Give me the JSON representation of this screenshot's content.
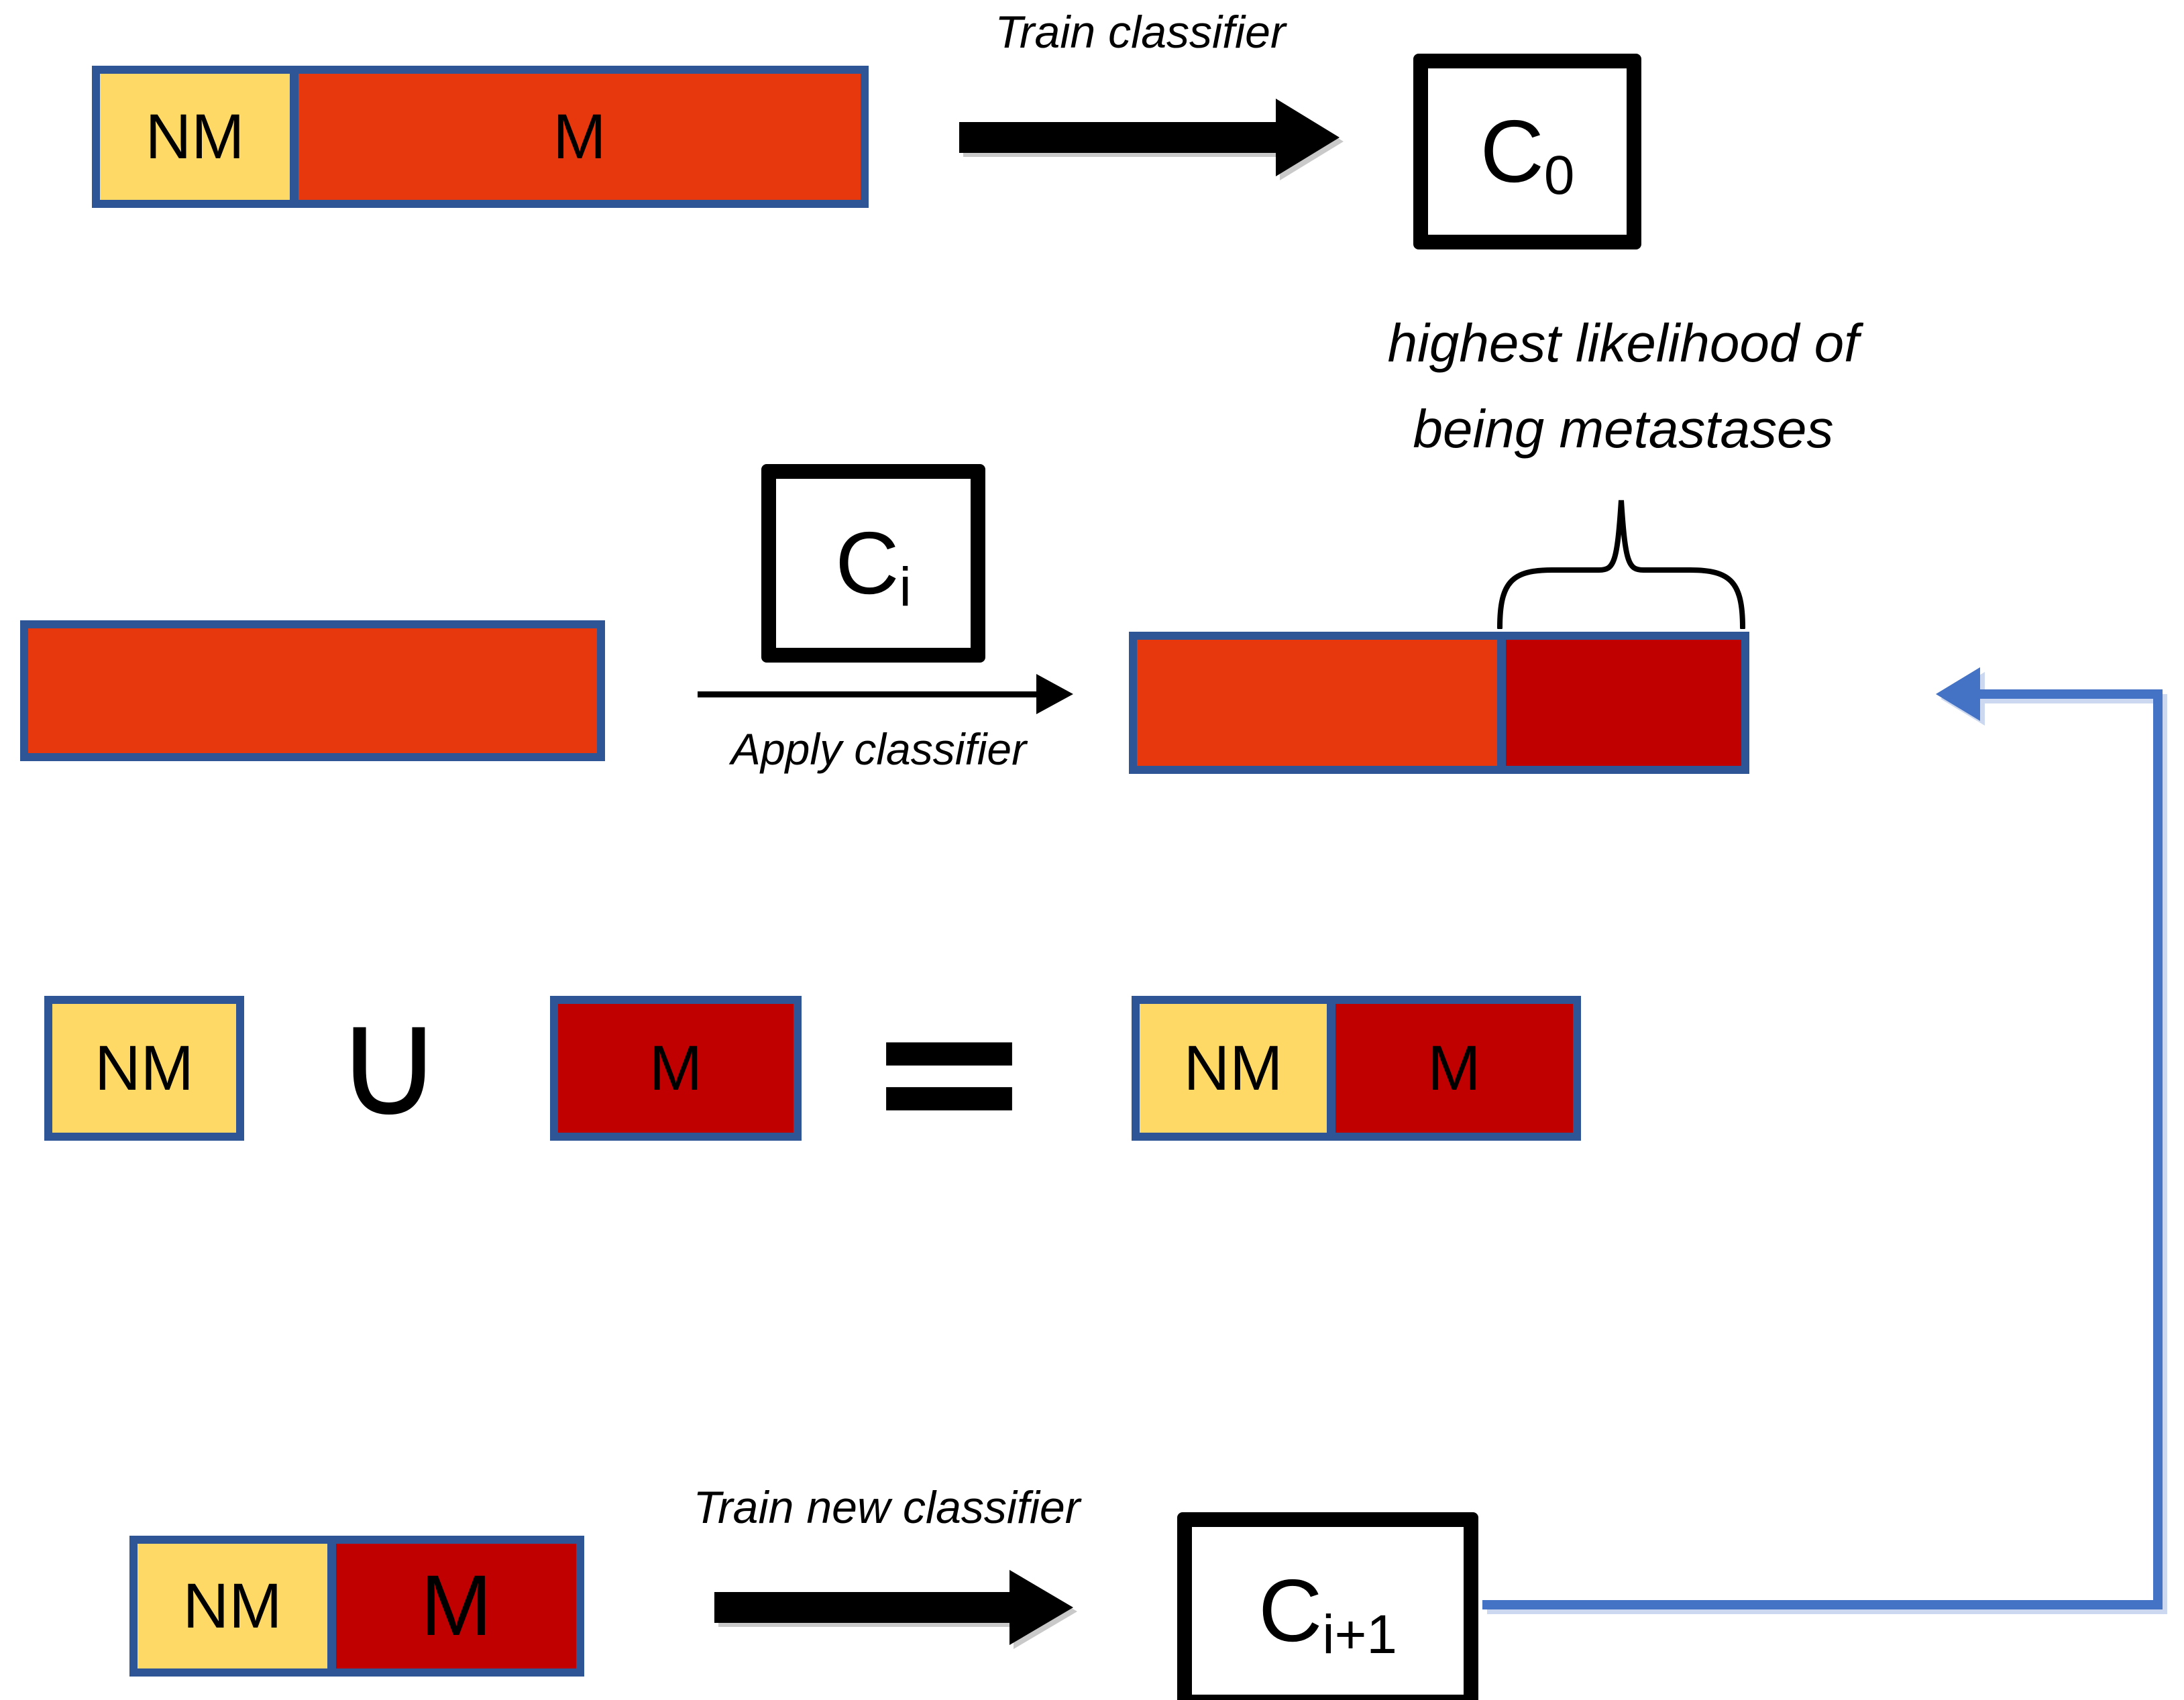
{
  "colors": {
    "yellow": "#FFD966",
    "orange": "#E7380D",
    "dark_red": "#C00000",
    "border_blue": "#2E5697",
    "arrow_blue": "#4472C4"
  },
  "row1": {
    "bar": {
      "nm": "NM",
      "m": "M"
    },
    "caption": "Train classifier",
    "box": {
      "base": "C",
      "sub": "0"
    }
  },
  "row2": {
    "box": {
      "base": "C",
      "sub": "i"
    },
    "caption": "Apply classifier",
    "annotation": {
      "line1": "highest likelihood of",
      "line2": "being metastases"
    }
  },
  "row3": {
    "nm": "NM",
    "union": "∪",
    "m": "M",
    "equals": "=",
    "bar": {
      "nm": "NM",
      "m": "M"
    }
  },
  "row4": {
    "bar": {
      "nm": "NM",
      "m": "M"
    },
    "caption": "Train new classifier",
    "box": {
      "base": "C",
      "sub": "i+1"
    }
  }
}
